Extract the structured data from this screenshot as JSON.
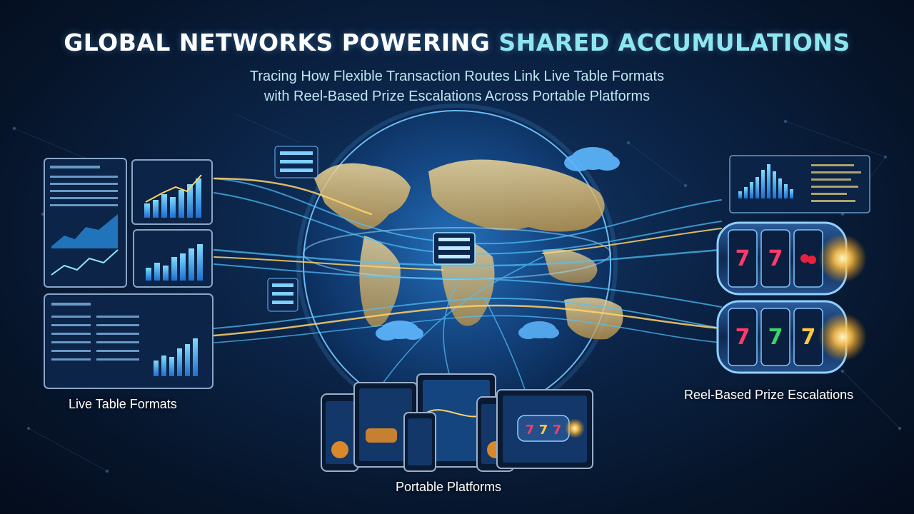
{
  "title": {
    "main": "GLOBAL NETWORKS POWERING ",
    "accent": "SHARED ACCUMULATIONS"
  },
  "subtitle": {
    "line1": "Tracing How Flexible Transaction Routes Link Live Table Formats",
    "line2": "with Reel-Based Prize Escalations Across Portable Platforms"
  },
  "captions": {
    "left": "Live Table Formats",
    "right": "Reel-Based Prize Escalations",
    "bottom": "Portable Platforms"
  },
  "colors": {
    "accent": "#8fe6ef",
    "route_blue": "#4fc3ff",
    "route_gold": "#ffd36b",
    "background": "#0b2346"
  },
  "icons": {
    "cloud": "cloud-icon",
    "slot_reel": "slot-reel-icon",
    "device": "device-icon"
  }
}
